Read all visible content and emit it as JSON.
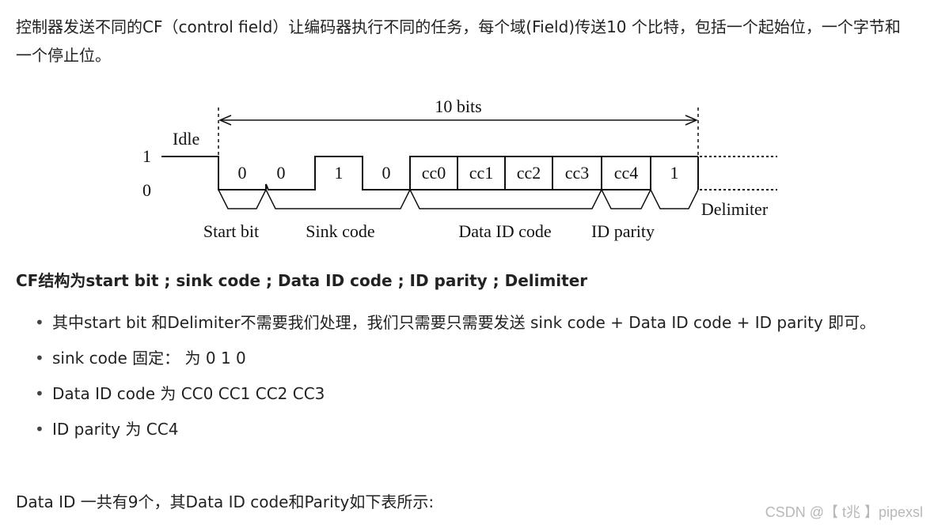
{
  "intro": "控制器发送不同的CF（control field）让编码器执行不同的任务，每个域(Field)传送10 个比特，包括一个起始位，一个字节和一个停止位。",
  "diagram": {
    "span_label": "10 bits",
    "idle_label": "Idle",
    "level_high": "1",
    "level_low": "0",
    "bits": [
      "0",
      "0",
      "1",
      "0",
      "cc0",
      "cc1",
      "cc2",
      "cc3",
      "cc4",
      "1"
    ],
    "group_labels": [
      "Start bit",
      "Sink code",
      "Data ID code",
      "ID parity",
      "Delimiter"
    ]
  },
  "heading": "CF结构为start bit ; sink code ; Data ID code ; ID parity ; Delimiter",
  "bullets": [
    "其中start bit 和Delimiter不需要我们处理，我们只需要只需要发送 sink code + Data ID code + ID parity 即可。",
    "sink code 固定： 为 0 1 0",
    "Data ID code 为 CC0 CC1 CC2 CC3",
    "ID parity 为 CC4"
  ],
  "bullet_symbol": "•",
  "last_paragraph": "Data ID 一共有9个，其Data ID code和Parity如下表所示:",
  "watermark": "CSDN @【 t兆 】pipexsl"
}
